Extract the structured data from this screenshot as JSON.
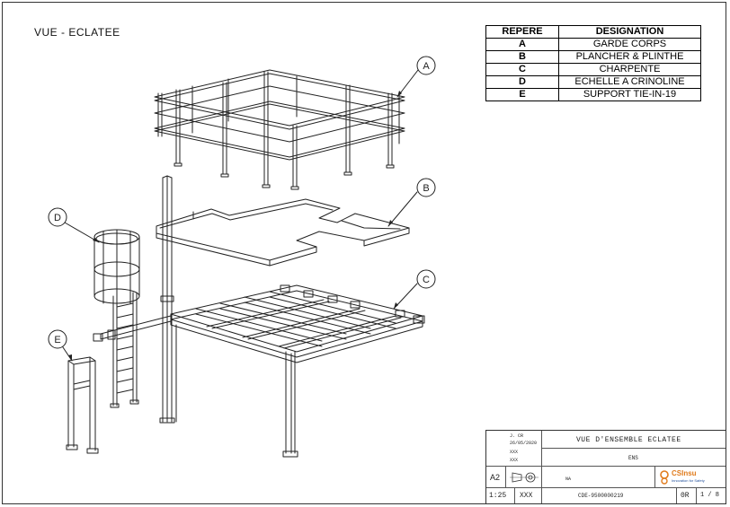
{
  "view": {
    "title": "VUE - ECLATEE"
  },
  "balloons": [
    "A",
    "B",
    "C",
    "D",
    "E"
  ],
  "parts_table": {
    "headers": [
      "REPERE",
      "DESIGNATION"
    ],
    "rows": [
      {
        "ref": "A",
        "designation": "GARDE CORPS"
      },
      {
        "ref": "B",
        "designation": "PLANCHER & PLINTHE"
      },
      {
        "ref": "C",
        "designation": "CHARPENTE"
      },
      {
        "ref": "D",
        "designation": "ECHELLE A CRINOLINE"
      },
      {
        "ref": "E",
        "designation": "SUPPORT TIE-IN-19"
      }
    ]
  },
  "title_block": {
    "drawn_by": "J. CR",
    "date": "26/05/2020",
    "checked": "XXX",
    "approved": "XXX",
    "format": "A2",
    "title": "VUE D'ENSEMBLE ECLATEE",
    "project": "ENS",
    "material": "NA",
    "scale": "1:25",
    "mass": "XXX",
    "drawing_number": "CDE-9500000219",
    "revision": "0R",
    "sheet": "1 / 8",
    "company": "CSInsu",
    "company_tagline": "Innovation for Safety"
  }
}
